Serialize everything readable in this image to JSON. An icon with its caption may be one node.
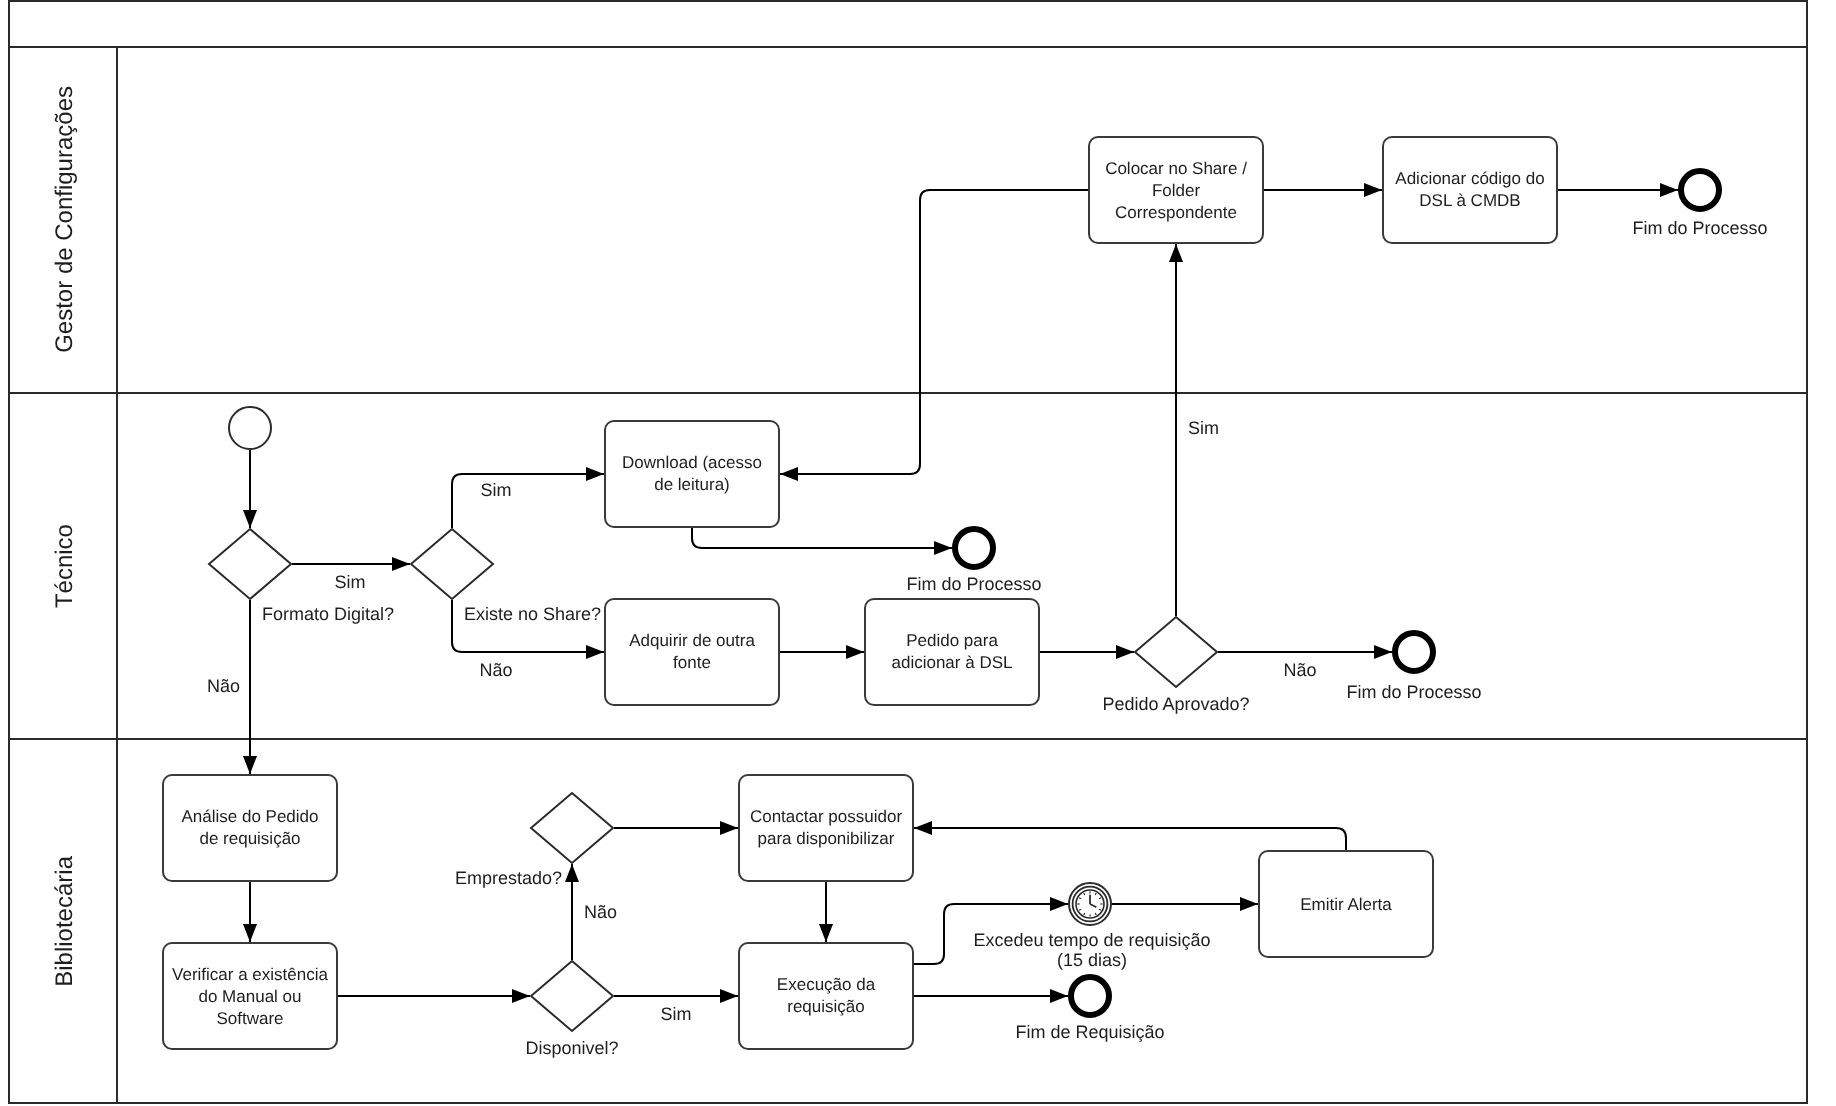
{
  "diagram": {
    "nodes": [
      {
        "text": [
          "Gestor de Configurações"
        ]
      },
      {
        "text": [
          "Técnico"
        ]
      },
      {
        "text": [
          "Bibliotecária"
        ]
      },
      {
        "text": [
          "Colocar no Share / Folder Correspondente"
        ],
        "in": 0
      },
      {
        "text": [
          "Adicionar código do DSL à CMDB"
        ],
        "in": 0
      },
      {
        "text": [],
        "shape": "ring",
        "beside": [
          "Fim do Processo"
        ],
        "in": 0
      },
      {
        "text": [],
        "shape": "circle",
        "in": 1
      },
      {
        "text": [],
        "shape": "diamond",
        "beside": [
          "Formato Digital?"
        ],
        "in": 1
      },
      {
        "text": [],
        "shape": "diamond",
        "beside": [
          "Existe no Share?"
        ],
        "in": 1
      },
      {
        "text": [
          "Download (acesso de leitura)"
        ],
        "in": 1
      },
      {
        "text": [],
        "shape": "ring",
        "beside": [
          "Fim do Processo"
        ],
        "in": 1
      },
      {
        "text": [
          "Adquirir de outra fonte"
        ],
        "in": 1
      },
      {
        "text": [
          "Pedido para adicionar à DSL"
        ],
        "in": 1
      },
      {
        "text": [],
        "shape": "diamond",
        "beside": [
          "Pedido Aprovado?"
        ],
        "in": 1
      },
      {
        "text": [],
        "shape": "ring",
        "beside": [
          "Fim do Processo"
        ],
        "in": 1
      },
      {
        "text": [
          "Análise do Pedido de requisição"
        ],
        "in": 2
      },
      {
        "text": [
          "Verificar a existência do Manual ou Software"
        ],
        "in": 2
      },
      {
        "text": [],
        "shape": "diamond",
        "beside": [
          "Emprestado?"
        ],
        "in": 2
      },
      {
        "text": [],
        "shape": "diamond",
        "beside": [
          "Disponivel?"
        ],
        "in": 2
      },
      {
        "text": [
          "Contactar possuidor para disponibilizar"
        ],
        "in": 2
      },
      {
        "text": [
          "Execução da requisição"
        ],
        "in": 2
      },
      {
        "text": [],
        "shape": "clock",
        "beside": [
          "Excedeu tempo de requisição (15 dias)"
        ],
        "in": 2
      },
      {
        "text": [],
        "shape": "ring",
        "beside": [
          "Fim de Requisição"
        ],
        "in": 2
      },
      {
        "text": [
          "Emitir Alerta"
        ],
        "in": 2
      }
    ],
    "edges": [
      {
        "from": 6,
        "to": 7,
        "arrow": "to"
      },
      {
        "from": 7,
        "to": 8,
        "arrow": "to",
        "label": "Sim"
      },
      {
        "from": 8,
        "to": 9,
        "arrow": "to",
        "label": "Sim"
      },
      {
        "from": 8,
        "to": 11,
        "arrow": "to",
        "label": "Não"
      },
      {
        "from": 9,
        "to": 10,
        "arrow": "to"
      },
      {
        "from": 11,
        "to": 12,
        "arrow": "to"
      },
      {
        "from": 12,
        "to": 13,
        "arrow": "to"
      },
      {
        "from": 13,
        "to": 3,
        "arrow": "to",
        "label": "Sim"
      },
      {
        "from": 13,
        "to": 14,
        "arrow": "to",
        "label": "Não"
      },
      {
        "from": 3,
        "to": 9,
        "arrow": "to"
      },
      {
        "from": 3,
        "to": 4,
        "arrow": "to"
      },
      {
        "from": 4,
        "to": 5,
        "arrow": "to"
      },
      {
        "from": 7,
        "to": 15,
        "arrow": "to",
        "label": "Não"
      },
      {
        "from": 15,
        "to": 16,
        "arrow": "to"
      },
      {
        "from": 16,
        "to": 18,
        "arrow": "to"
      },
      {
        "from": 18,
        "to": 17,
        "arrow": "to",
        "label": "Não"
      },
      {
        "from": 18,
        "to": 20,
        "arrow": "to",
        "label": "Sim"
      },
      {
        "from": 17,
        "to": 19,
        "arrow": "to"
      },
      {
        "from": 19,
        "to": 20,
        "arrow": "to"
      },
      {
        "from": 20,
        "to": 21,
        "arrow": "to"
      },
      {
        "from": 20,
        "to": 22,
        "arrow": "to"
      },
      {
        "from": 21,
        "to": 23,
        "arrow": "to"
      },
      {
        "from": 23,
        "to": 19,
        "arrow": "to"
      }
    ]
  }
}
